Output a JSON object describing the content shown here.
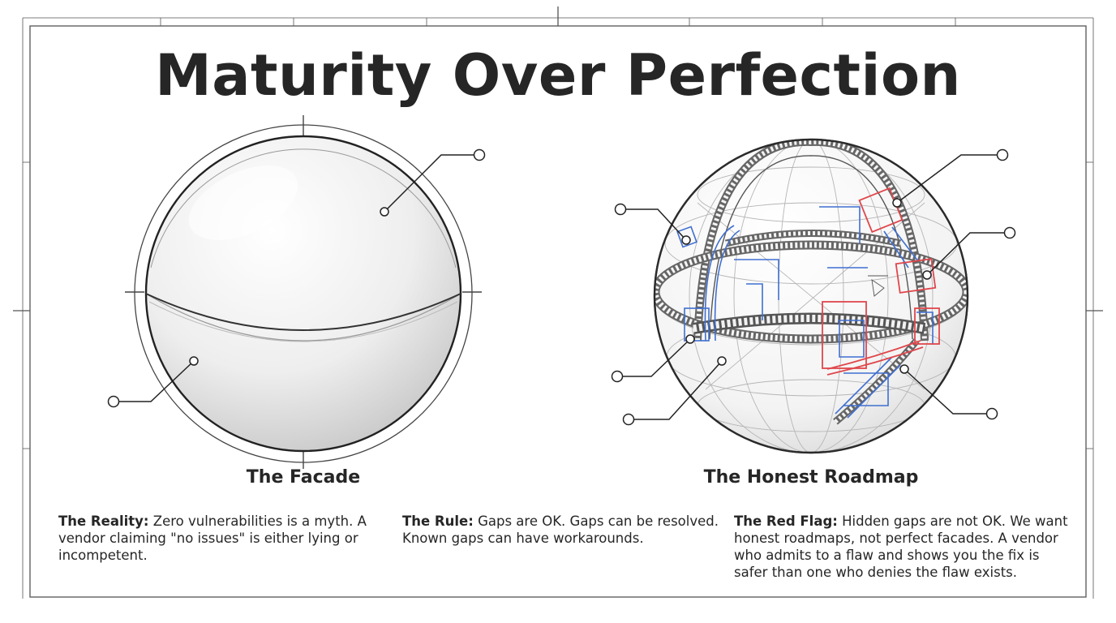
{
  "title": "Maturity Over Perfection",
  "spheres": {
    "facade": {
      "label": "The Facade",
      "icon": "smooth-sphere-icon"
    },
    "roadmap": {
      "label": "The Honest Roadmap",
      "icon": "scaffolded-sphere-icon"
    }
  },
  "blocks": [
    {
      "heading": "The Reality:",
      "body": "Zero vulnerabilities is a myth. A vendor claiming \"no issues\" is either lying or incompetent."
    },
    {
      "heading": "The Rule:",
      "body": "Gaps are OK. Gaps can be resolved. Known gaps can have workarounds."
    },
    {
      "heading": "The Red Flag:",
      "body": "Hidden gaps are not OK. We want honest roadmaps, not perfect facades. A vendor who admits to a flaw and shows you the fix is safer than one who denies the flaw exists."
    }
  ],
  "colors": {
    "ink": "#262626",
    "frame": "#555555",
    "scaffold_blue": "#3f6fd1",
    "scaffold_red": "#e0474c"
  }
}
